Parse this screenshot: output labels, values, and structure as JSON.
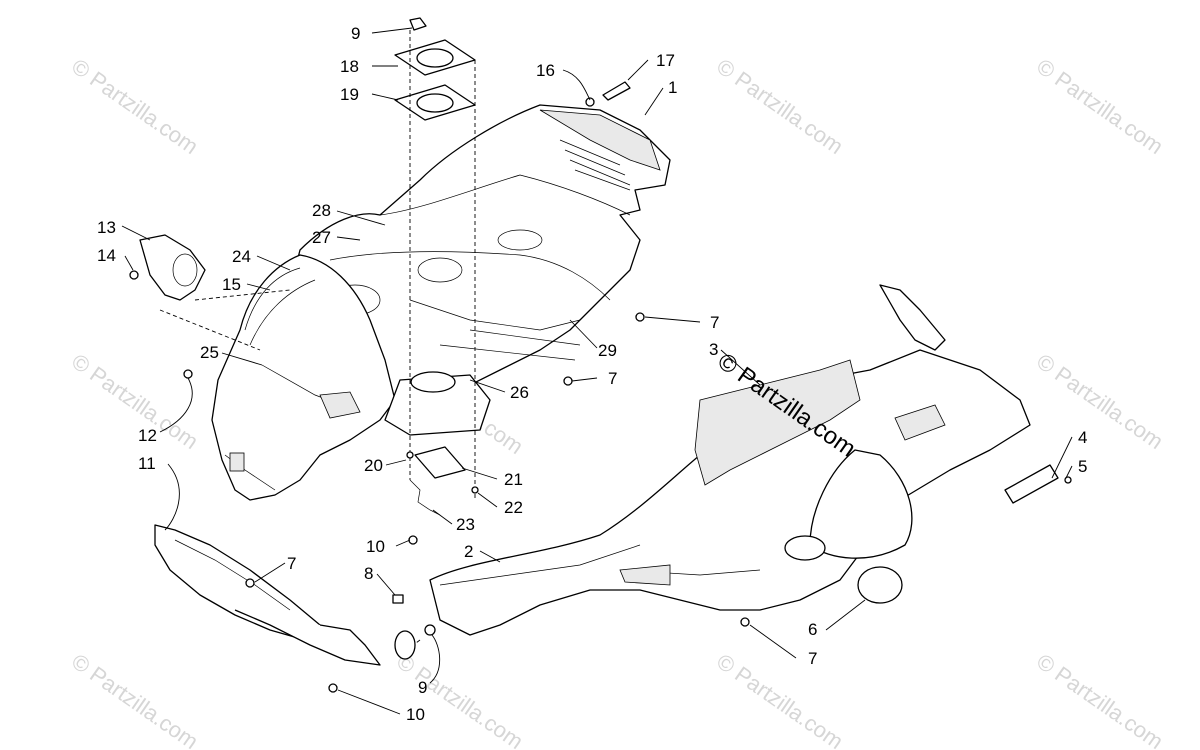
{
  "diagram": {
    "watermark_text": "© Partzilla.com",
    "callouts": {
      "c1": "1",
      "c2": "2",
      "c3": "3",
      "c4": "4",
      "c5": "5",
      "c6": "6",
      "c7a": "7",
      "c7b": "7",
      "c7c": "7",
      "c7d": "7",
      "c8": "8",
      "c9a": "9",
      "c9b": "9",
      "c10a": "10",
      "c10b": "10",
      "c11": "11",
      "c12": "12",
      "c13": "13",
      "c14": "14",
      "c15": "15",
      "c16": "16",
      "c17": "17",
      "c18": "18",
      "c19": "19",
      "c20": "20",
      "c21": "21",
      "c22": "22",
      "c23": "23",
      "c24": "24",
      "c25": "25",
      "c26": "26",
      "c27": "27",
      "c28": "28",
      "c29": "29"
    }
  }
}
